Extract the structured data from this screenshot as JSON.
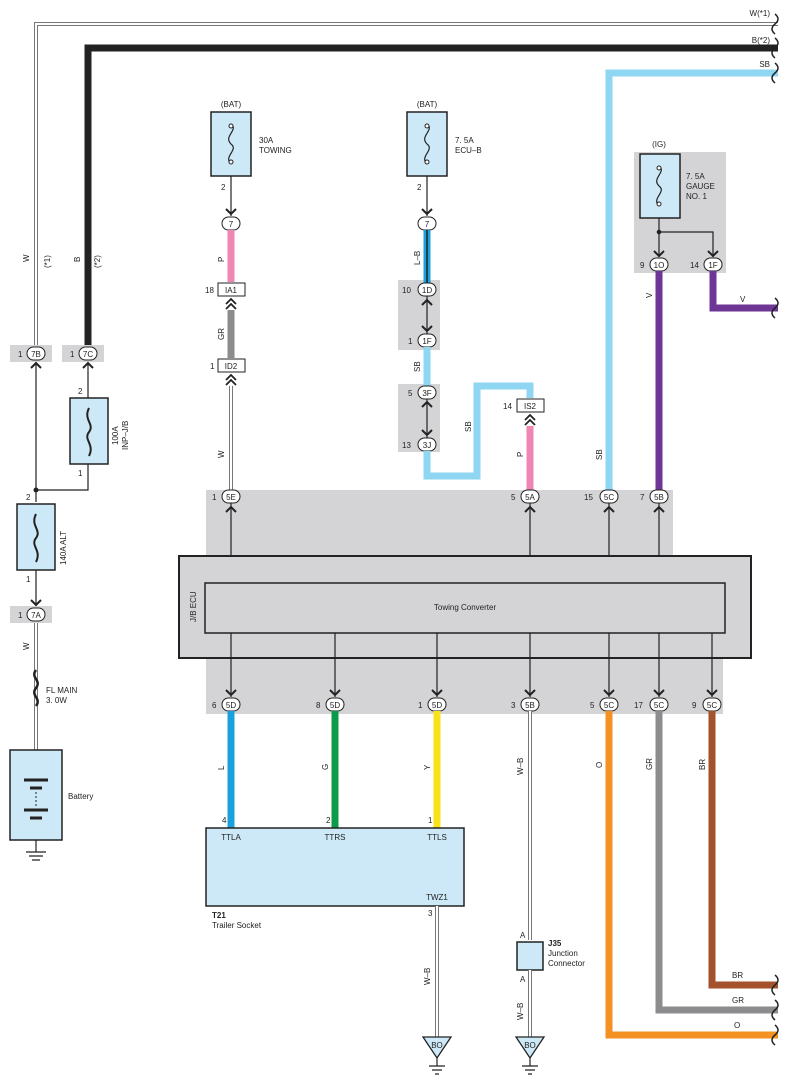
{
  "top_right_labels": {
    "w": "W(*1)",
    "b": "B(*2)",
    "sb": "SB"
  },
  "left_wire_labels": {
    "w": "W",
    "w_note": "(*1)",
    "b": "B",
    "b_note": "(*2)",
    "w_lower": "W"
  },
  "fuses": {
    "towing": {
      "source": "(BAT)",
      "rating": "30A",
      "name": "TOWING",
      "pin": "2"
    },
    "ecu_b": {
      "source": "(BAT)",
      "rating": "7. 5A",
      "name": "ECU–B",
      "pin": "2"
    },
    "gauge": {
      "source": "(IG)",
      "rating": "7. 5A",
      "name": "GAUGE",
      "name2": "NO. 1"
    },
    "inp_jb": {
      "rating": "100A",
      "name": "INP–J/B",
      "pin_top": "2",
      "pin_bottom": "1"
    },
    "alt": {
      "label": "140A ALT",
      "pin_top": "2",
      "pin_bottom": "1"
    },
    "fl_main": {
      "name": "FL MAIN",
      "rating": "3. 0W"
    }
  },
  "connectors": {
    "c7_towing": {
      "text": "7"
    },
    "c7_ecub": {
      "text": "7"
    },
    "ia1": {
      "pin": "18",
      "text": "IA1"
    },
    "id2": {
      "pin": "1",
      "text": "ID2"
    },
    "c1d": {
      "pin": "10",
      "text": "1D"
    },
    "c1f": {
      "pin": "1",
      "text": "1F"
    },
    "c3f": {
      "pin": "5",
      "text": "3F"
    },
    "c3j": {
      "pin": "13",
      "text": "3J"
    },
    "is2": {
      "pin": "14",
      "text": "IS2"
    },
    "c1o": {
      "pin": "9",
      "text": "1O"
    },
    "c1f_gauge": {
      "pin": "14",
      "text": "1F"
    },
    "c7b": {
      "pin": "1",
      "text": "7B"
    },
    "c7c": {
      "pin": "1",
      "text": "7C"
    },
    "c7a": {
      "pin": "1",
      "text": "7A"
    },
    "c5e": {
      "pin": "1",
      "text": "5E"
    },
    "c5a": {
      "pin": "5",
      "text": "5A"
    },
    "c5c_top": {
      "pin": "15",
      "text": "5C"
    },
    "c5b_top": {
      "pin": "7",
      "text": "5B"
    },
    "b5d_1": {
      "pin": "6",
      "text": "5D"
    },
    "b5d_2": {
      "pin": "8",
      "text": "5D"
    },
    "b5d_3": {
      "pin": "1",
      "text": "5D"
    },
    "b5b": {
      "pin": "3",
      "text": "5B"
    },
    "b5c_1": {
      "pin": "5",
      "text": "5C"
    },
    "b5c_2": {
      "pin": "17",
      "text": "5C"
    },
    "b5c_3": {
      "pin": "9",
      "text": "5C"
    }
  },
  "wire_colors": {
    "p_upper": "P",
    "gr_upper": "GR",
    "w_mid": "W",
    "lb": "L–B",
    "sb1": "SB",
    "sb2": "SB",
    "p_is2": "P",
    "sb_right": "SB",
    "v_gauge": "V",
    "v_out": "V",
    "l": "L",
    "g": "G",
    "y": "Y",
    "wb": "W–B",
    "o": "O",
    "gr": "GR",
    "br": "BR",
    "wb_t21": "W–B",
    "wb_j35": "W–B"
  },
  "ecu": {
    "block_label": "J/B ECU",
    "converter": "Towing Converter"
  },
  "trailer_socket": {
    "id": "T21",
    "name": "Trailer Socket",
    "ttla": "TTLA",
    "ttrs": "TTRS",
    "ttls": "TTLS",
    "twz1": "TWZ1",
    "pin_ttla": "4",
    "pin_ttrs": "2",
    "pin_ttls": "1",
    "pin_twz1": "3"
  },
  "junction": {
    "id": "J35",
    "name": "Junction",
    "name2": "Connector",
    "pin_a_top": "A",
    "pin_a_bottom": "A"
  },
  "grounds": {
    "bo1": "BO",
    "bo2": "BO"
  },
  "battery": {
    "label": "Battery"
  },
  "outputs": {
    "br": "BR",
    "gr": "GR",
    "o": "O"
  },
  "colors": {
    "black": "#222222",
    "sky_blue": "#8fd6f2",
    "pink": "#ef86b4",
    "gray": "#8c8c8e",
    "purple": "#6e3795",
    "blue": "#1aa1dd",
    "green": "#0d9a4b",
    "yellow": "#f8e21a",
    "orange": "#f39222",
    "brown": "#a4522b",
    "fuse_fill": "#cde9f7",
    "panel_gray": "#d4d4d6"
  }
}
